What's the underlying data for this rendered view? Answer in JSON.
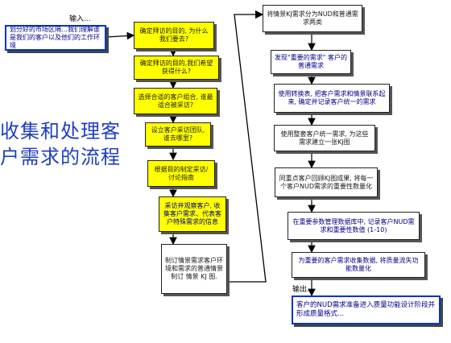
{
  "labels": {
    "input": "输入...",
    "output": "输出..."
  },
  "title": {
    "line1": "收集和处理客",
    "line2": "户需求的流程"
  },
  "input_box": "划分好的市场区隔…我们理解谁是我们的客户以及他们的工作环境",
  "left_steps": [
    "确定拜访的目的, 为什么我们要去?",
    "确定拜访的目的,我们希望获得什么?",
    "选择合适的客户组合, 谁最适合被采访?",
    "设立客户采访团队, 谁去哪里?",
    "根据目的制定采访/讨论指南",
    "采访并观察客户, 收集客户需求、代表客户特殊需求的信息",
    "制订情景需求客户环境和需求的普通情景\n制订 情景 KJ 图."
  ],
  "right_steps": [
    "将情景KJ需求分为NUD和普通需求两类",
    "发现\"重要的需求\" 客户的普通需求",
    "使用转换表, 把客户需求和情景联系起来, 确定并记录客户统一的需求",
    "使用整套客户统一需求, 为这些需求建立一张KJ图",
    "同重点客户回顾KJ图成果, 将每一个客户NUD需求的重要性数量化",
    "在重要参数管理数据库中, 记录客户NUD需求和重要性数值 (1-10)",
    "为重要的客户需求收集数据, 将质量流失功能数量化"
  ],
  "output_box": "客户的NUD需求准备进入质量功能设计阶段并形成质量格式...",
  "colors": {
    "step_yellow": "#ffff00",
    "title_blue": "#1f3fbf",
    "border_blue": "#0033cc"
  }
}
